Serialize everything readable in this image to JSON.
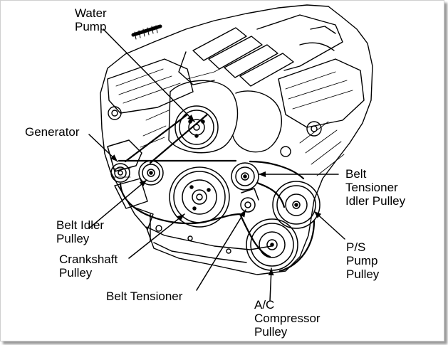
{
  "colors": {
    "background": "#ffffff",
    "ink": "#000000",
    "frame_shadow": "#9a9a9a"
  },
  "labels": {
    "water_pump": [
      "Water",
      "Pump"
    ],
    "generator": [
      "Generator"
    ],
    "belt_idler_pulley": [
      "Belt Idler",
      "Pulley"
    ],
    "crankshaft_pulley": [
      "Crankshaft",
      "Pulley"
    ],
    "belt_tensioner": [
      "Belt Tensioner"
    ],
    "ac_compressor_pulley": [
      "A/C",
      "Compressor",
      "Pulley"
    ],
    "ps_pump_pulley": [
      "P/S",
      "Pump",
      "Pulley"
    ],
    "belt_tensioner_idler_pulley": [
      "Belt",
      "Tensioner",
      "Idler Pulley"
    ]
  }
}
